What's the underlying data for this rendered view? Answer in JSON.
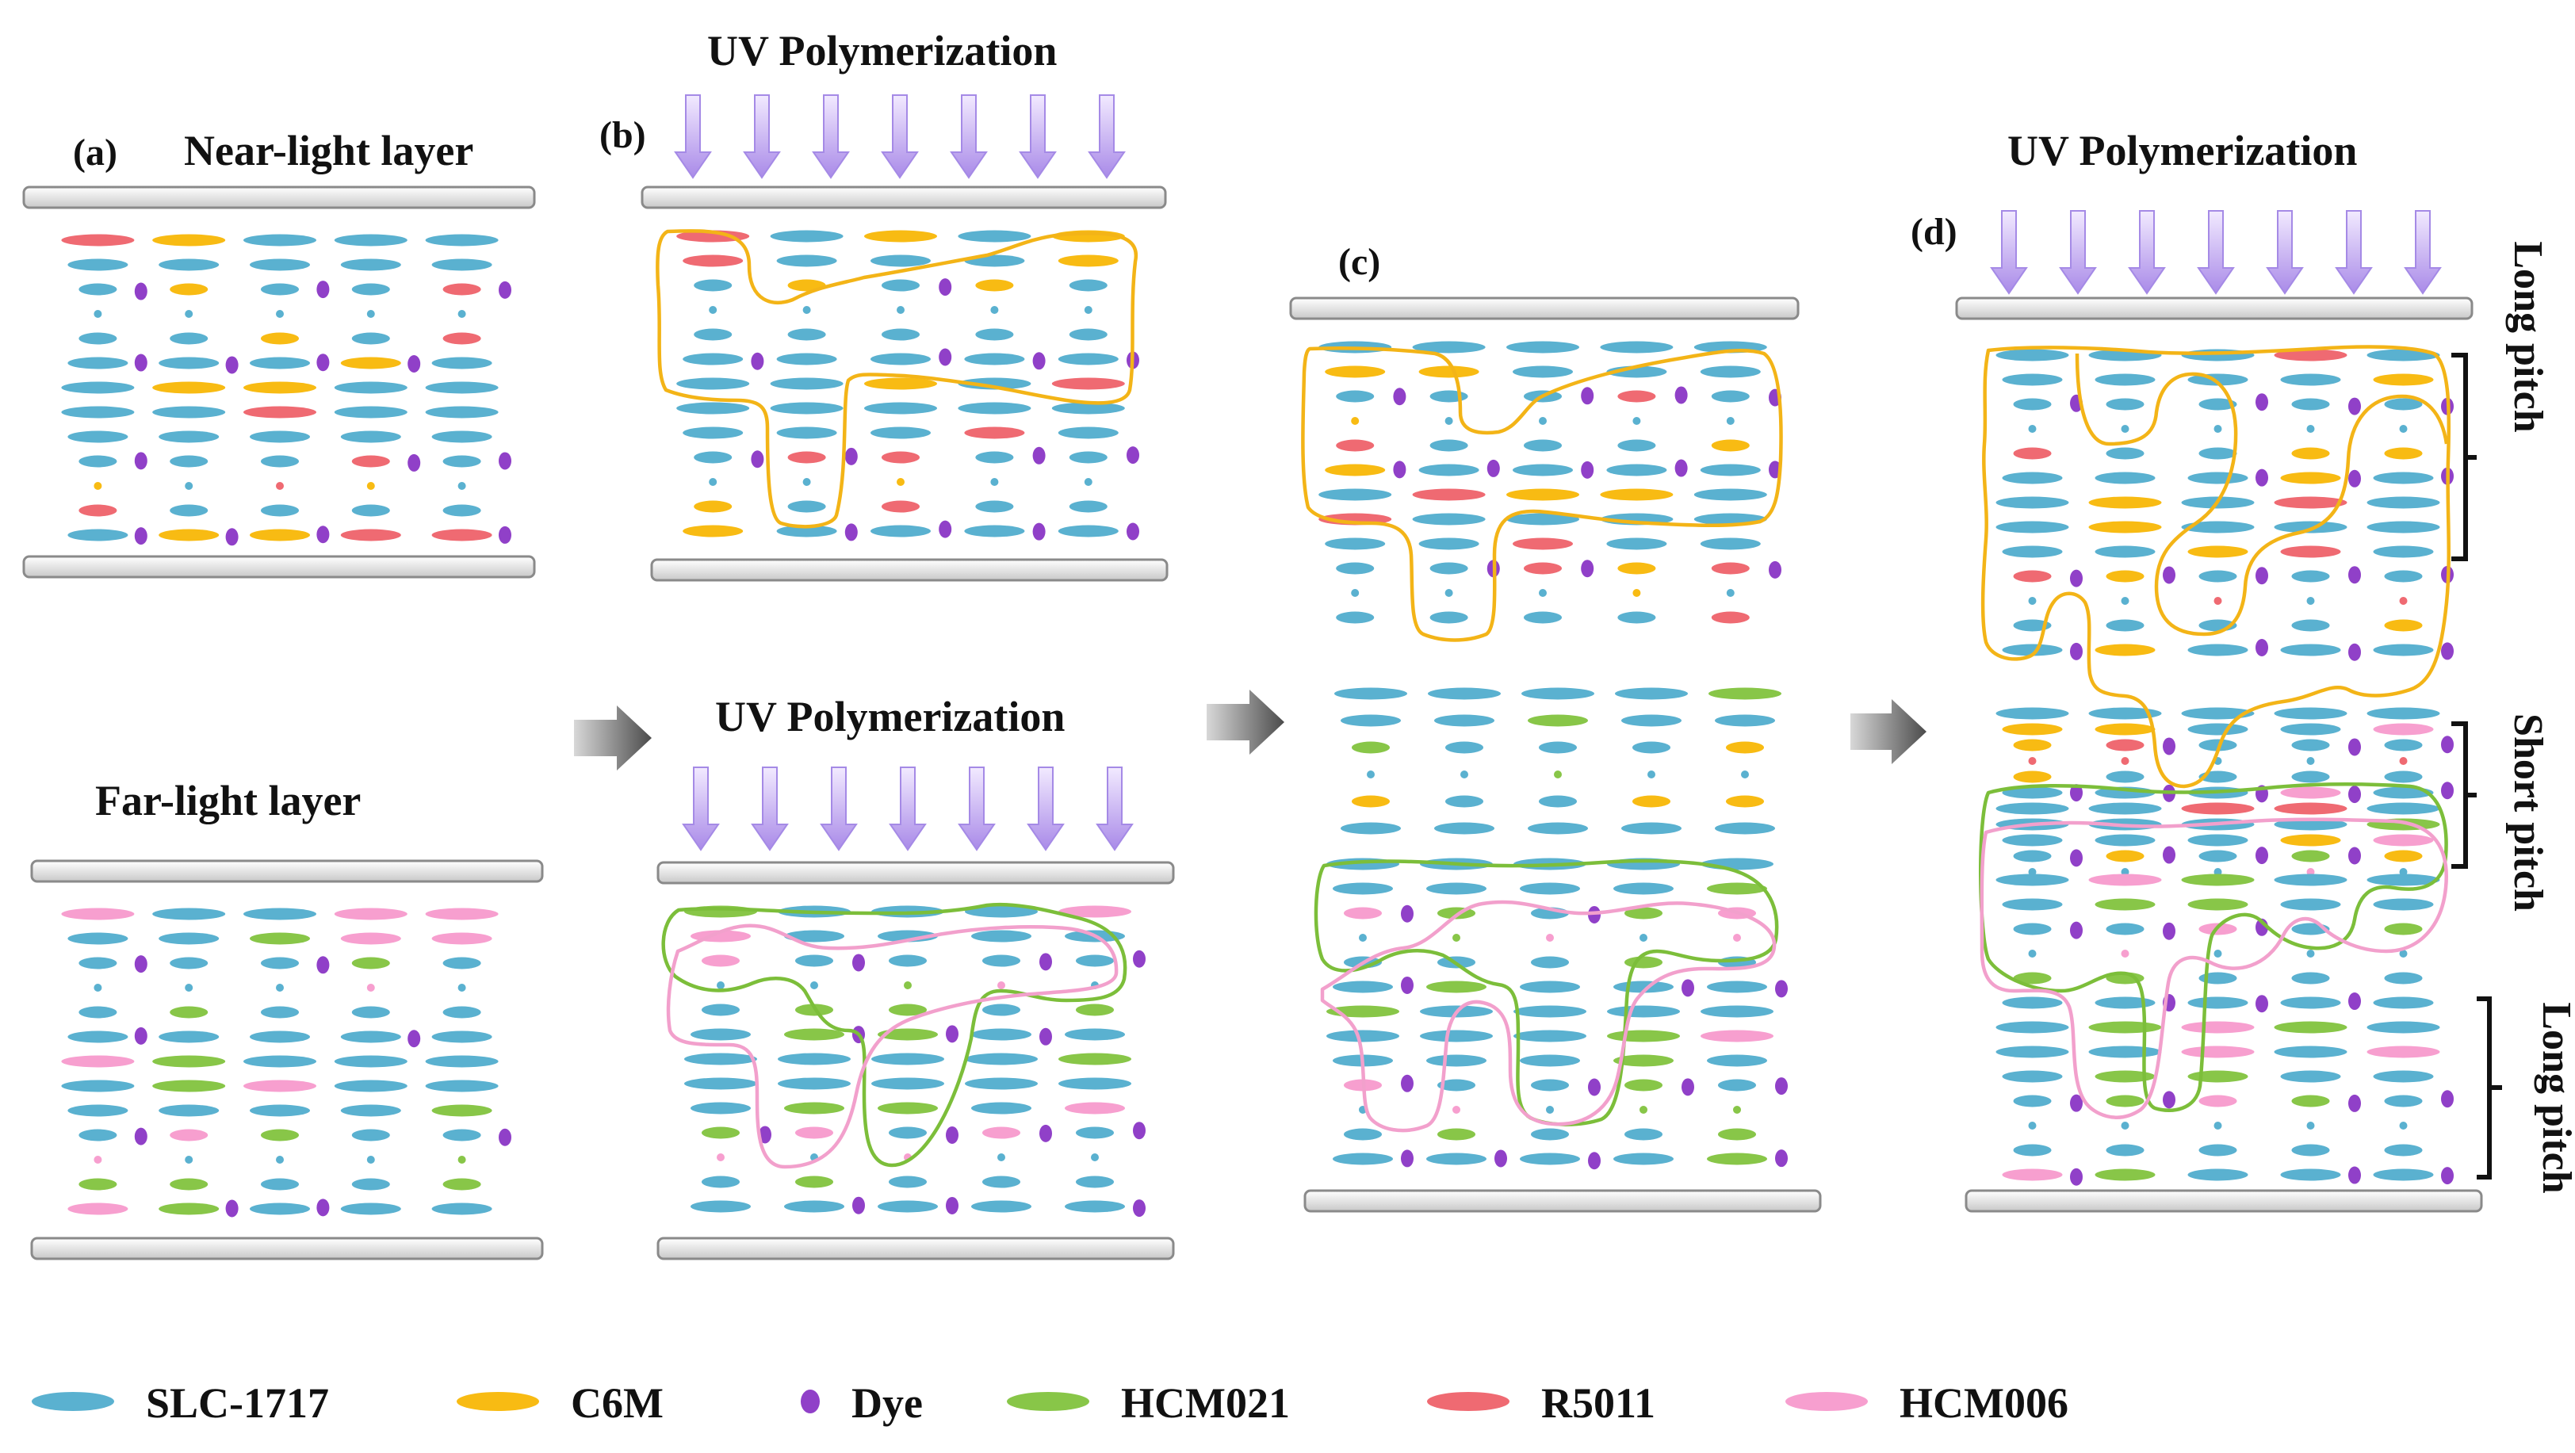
{
  "panels": {
    "a": {
      "tag": "(a)",
      "near_title": "Near-light layer",
      "far_title": "Far-light layer"
    },
    "b": {
      "tag": "(b)",
      "uv_top": "UV Polymerization",
      "uv_bottom": "UV Polymerization"
    },
    "c": {
      "tag": "(c)"
    },
    "d": {
      "tag": "(d)",
      "uv": "UV Polymerization",
      "pitch_top": "Long pitch",
      "pitch_mid": "Short pitch",
      "pitch_bottom": "Long pitch"
    }
  },
  "legend": [
    {
      "key": "slc",
      "label": "SLC-1717",
      "shape": "ellipse",
      "color": "#5ab1d0"
    },
    {
      "key": "c6m",
      "label": "C6M",
      "shape": "ellipse",
      "color": "#f8bb13"
    },
    {
      "key": "dye",
      "label": "Dye",
      "shape": "dot",
      "color": "#9040c8"
    },
    {
      "key": "hcm021",
      "label": "HCM021",
      "shape": "ellipse",
      "color": "#88c648"
    },
    {
      "key": "r5011",
      "label": "R5011",
      "shape": "ellipse",
      "color": "#ef6a72"
    },
    {
      "key": "hcm006",
      "label": "HCM006",
      "shape": "ellipse",
      "color": "#f79fcf"
    }
  ],
  "colors": {
    "network_c6m": "#f3b417",
    "network_hcm021": "#7cbe3a",
    "network_hcm006": "#f2a0cc",
    "uv_arrow": "#b69cf0",
    "flow_arrow": "#5d5d5d"
  }
}
